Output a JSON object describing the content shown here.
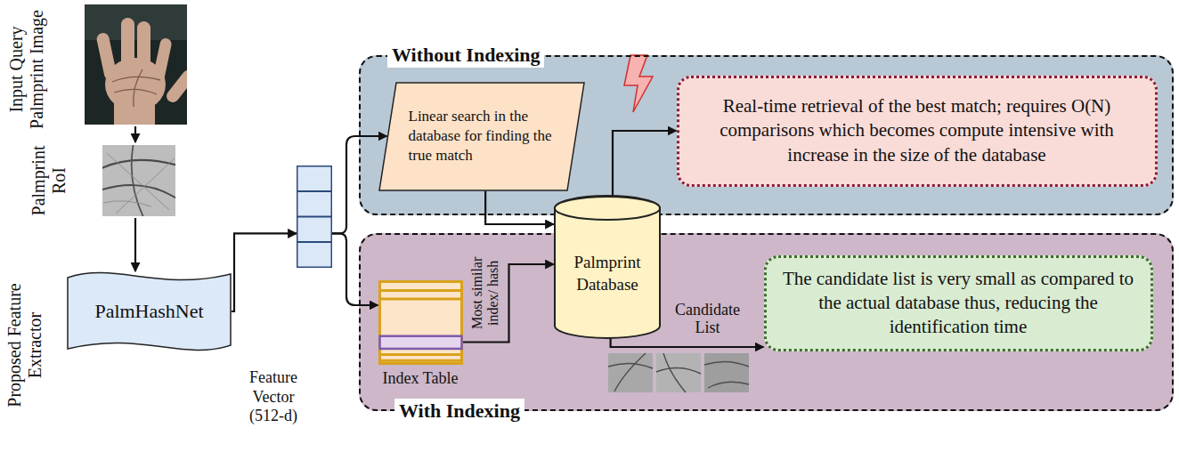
{
  "diagram": {
    "nodes": [
      {
        "text": [
          "PalmHashNet"
        ]
      },
      {
        "text": [
          "Feature Vector (512-d)"
        ]
      },
      {
        "text": [
          "Without Indexing"
        ]
      },
      {
        "text": [
          "Linear search in the database for finding the true match"
        ],
        "in": 2
      },
      {
        "text": [
          "Real-time retrieval of the best match; requires O(N) comparisons which becomes compute intensive with increase in the size of the database"
        ],
        "in": 2
      },
      {
        "text": [
          "With Indexing"
        ]
      },
      {
        "text": [
          "Index Table"
        ],
        "in": 5
      },
      {
        "text": [
          "Palmprint Database"
        ]
      },
      {
        "text": [
          "The candidate list is very small as compared to the actual database thus, reducing the identification time"
        ],
        "in": 5
      }
    ],
    "edges": [
      {
        "from": 0,
        "to": 1,
        "arrow": "to"
      },
      {
        "from": 1,
        "to": 3,
        "arrow": "to"
      },
      {
        "from": 1,
        "to": 6,
        "arrow": "to"
      },
      {
        "from": 3,
        "to": 7,
        "arrow": "to"
      },
      {
        "from": 7,
        "to": 4,
        "arrow": "to"
      },
      {
        "from": 6,
        "to": 7,
        "label": "Most similar index/ hash",
        "arrow": "to"
      },
      {
        "from": 7,
        "to": 8,
        "label": "Candidate List",
        "arrow": "to"
      }
    ],
    "labels": [
      "Input Query Palmprint Image",
      "Palmprint RoI",
      "Proposed Feature Extractor"
    ]
  }
}
